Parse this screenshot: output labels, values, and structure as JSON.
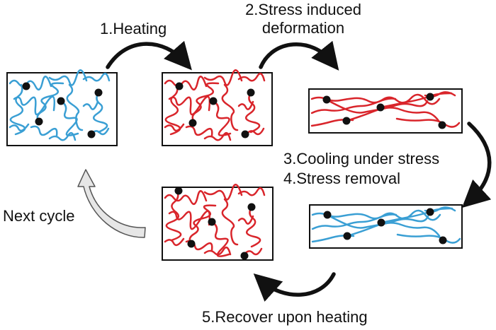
{
  "labels": {
    "step1": "1.Heating",
    "step2_line1": "2.Stress induced",
    "step2_line2": "deformation",
    "step3": "3.Cooling under stress",
    "step4": "4.Stress removal",
    "step5": "5.Recover upon heating",
    "next_cycle": "Next cycle"
  },
  "colors": {
    "cold_chain": "#3a9fd4",
    "hot_chain": "#d9252b",
    "crosslink": "#111111",
    "arrow": "#111111",
    "next_cycle_arrow": "#e6e6e6"
  }
}
